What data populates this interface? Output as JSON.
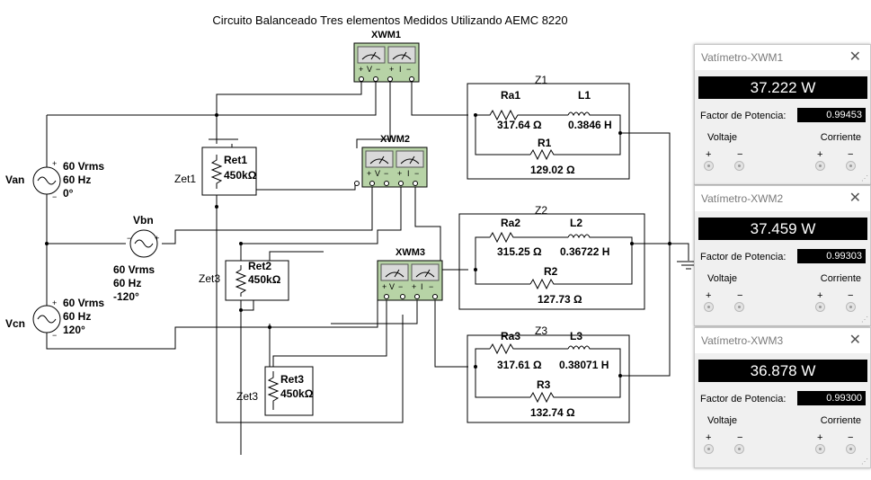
{
  "title": "Circuito Balanceado Tres elementos Medidos Utilizando AEMC 8220",
  "wattmeters": [
    {
      "name": "XWM1",
      "v_label": "V",
      "i_label": "I",
      "plus": "+",
      "minus": "−"
    },
    {
      "name": "XWM2",
      "v_label": "V",
      "i_label": "I",
      "plus": "+",
      "minus": "−"
    },
    {
      "name": "XWM3",
      "v_label": "V",
      "i_label": "I",
      "plus": "+",
      "minus": "−"
    }
  ],
  "sources": [
    {
      "name": "Van",
      "amp": "60 Vrms",
      "freq": "60 Hz",
      "phase": "0°"
    },
    {
      "name": "Vbn",
      "amp": "60 Vrms",
      "freq": "60 Hz",
      "phase": "-120°"
    },
    {
      "name": "Vcn",
      "amp": "60 Vrms",
      "freq": "60 Hz",
      "phase": "120°"
    }
  ],
  "loads": [
    {
      "zone": "Z1",
      "ra_name": "Ra1",
      "ra_val": "317.64 Ω",
      "l_name": "L1",
      "l_val": "0.3846 H",
      "r_name": "R1",
      "r_val": "129.02 Ω"
    },
    {
      "zone": "Z2",
      "ra_name": "Ra2",
      "ra_val": "315.25 Ω",
      "l_name": "L2",
      "l_val": "0.36722 H",
      "r_name": "R2",
      "r_val": "127.73 Ω"
    },
    {
      "zone": "Z3",
      "ra_name": "Ra3",
      "ra_val": "317.61 Ω",
      "l_name": "L3",
      "l_val": "0.38071 H",
      "r_name": "R3",
      "r_val": "132.74 Ω"
    }
  ],
  "ret": [
    {
      "zet": "Zet1",
      "name": "Ret1",
      "val": "450kΩ"
    },
    {
      "zet": "Zet3",
      "name": "Ret2",
      "val": "450kΩ"
    },
    {
      "zet": "Zet3",
      "name": "Ret3",
      "val": "450kΩ"
    }
  ],
  "panels": [
    {
      "title": "Vatímetro-XWM1",
      "reading": "37.222 W",
      "pf_label": "Factor de Potencia:",
      "pf": "0.99453",
      "voltage_label": "Voltaje",
      "current_label": "Corriente",
      "plus": "+",
      "minus": "−",
      "close": "✕"
    },
    {
      "title": "Vatímetro-XWM2",
      "reading": "37.459 W",
      "pf_label": "Factor de Potencia:",
      "pf": "0.99303",
      "voltage_label": "Voltaje",
      "current_label": "Corriente",
      "plus": "+",
      "minus": "−",
      "close": "✕"
    },
    {
      "title": "Vatímetro-XWM3",
      "reading": "36.878 W",
      "pf_label": "Factor de Potencia:",
      "pf": "0.99300",
      "voltage_label": "Voltaje",
      "current_label": "Corriente",
      "plus": "+",
      "minus": "−",
      "close": "✕"
    }
  ]
}
